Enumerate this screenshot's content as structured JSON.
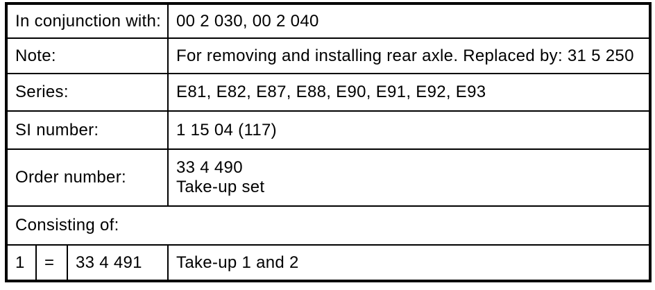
{
  "table": {
    "rows": {
      "in_conjunction": {
        "label": "In conjunction with:",
        "value": "00 2 030, 00 2 040"
      },
      "note": {
        "label": "Note:",
        "value": "For removing and installing rear axle. Replaced by: 31 5 250"
      },
      "series": {
        "label": "Series:",
        "value": "E81, E82, E87, E88, E90, E91, E92, E93"
      },
      "si_number": {
        "label": "SI number:",
        "value": "1 15 04 (117)"
      },
      "order_number": {
        "label": "Order number:",
        "value_lines": [
          "33 4 490",
          "Take-up set"
        ]
      },
      "consisting_of": {
        "label": "Consisting of:"
      },
      "item": {
        "number": "1",
        "equals": "=",
        "part_number": "33 4 491",
        "description": "Take-up 1 and 2"
      }
    },
    "colors": {
      "border": "#000000",
      "text": "#000000",
      "background": "#ffffff"
    }
  }
}
